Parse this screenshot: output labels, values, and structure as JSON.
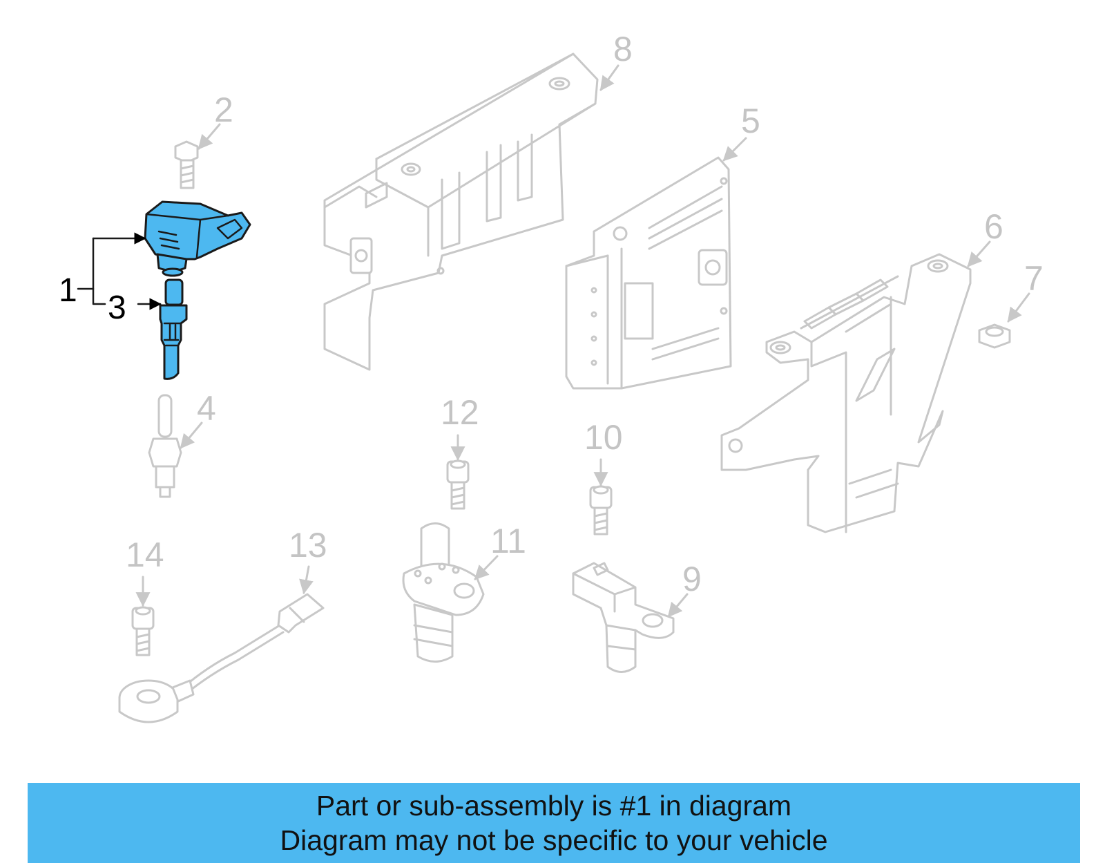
{
  "colors": {
    "highlight": "#4db8f0",
    "ghost": "#c8c8c8",
    "outline": "#1a1a1a",
    "banner": "#4db8f0"
  },
  "callouts": {
    "c1": "1",
    "c2": "2",
    "c3": "3",
    "c4": "4",
    "c5": "5",
    "c6": "6",
    "c7": "7",
    "c8": "8",
    "c9": "9",
    "c10": "10",
    "c11": "11",
    "c12": "12",
    "c13": "13",
    "c14": "14"
  },
  "banner": {
    "line1": "Part or sub-assembly is #1 in diagram",
    "line2": "Diagram may not be specific to your vehicle"
  }
}
